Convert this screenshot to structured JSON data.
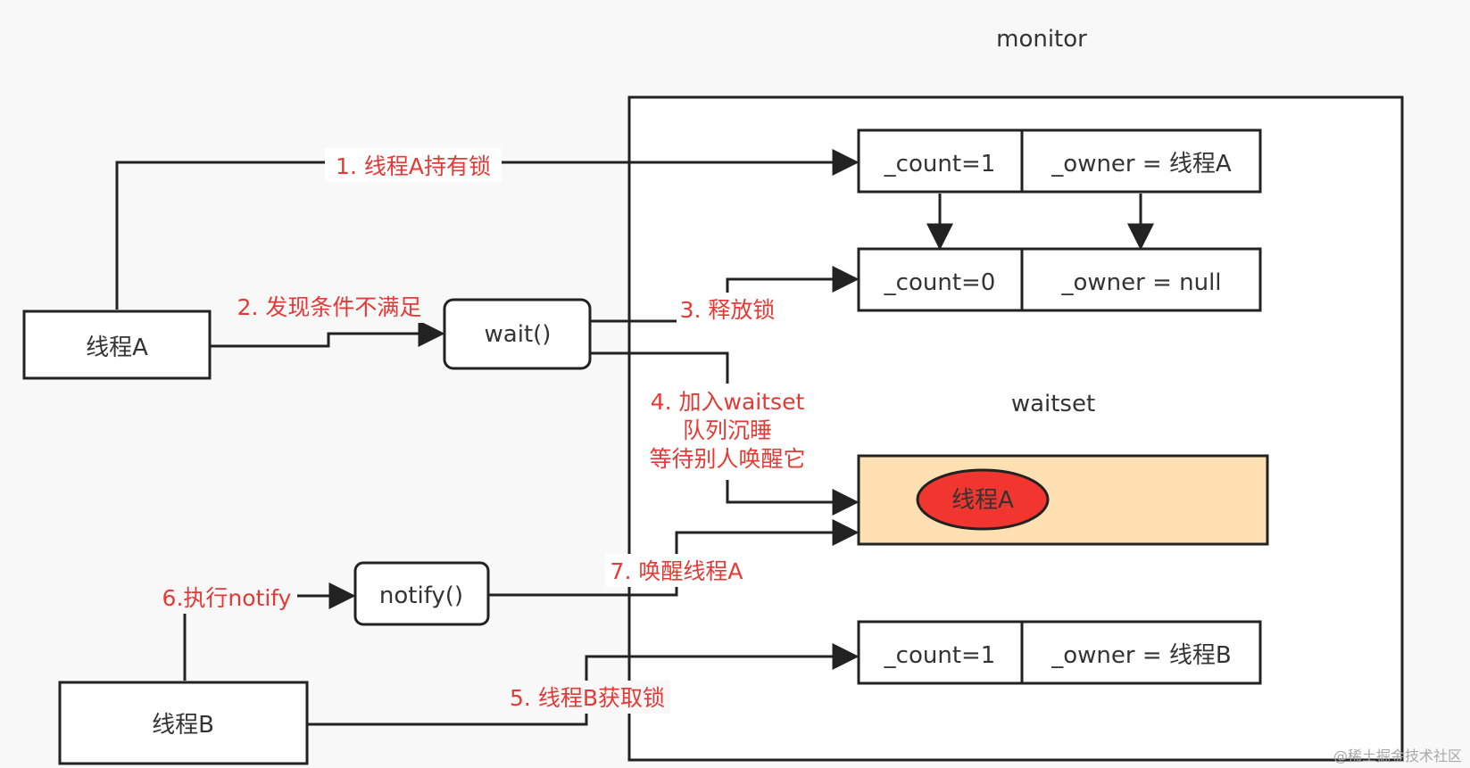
{
  "monitor": {
    "title": "monitor",
    "waitset_label": "waitset",
    "waitset_fill": "#ffe0b3",
    "waitset_thread": "线程A",
    "waitset_thread_fill": "#f0362f",
    "rows": {
      "first": {
        "count": "_count=1",
        "owner": "_owner = 线程A"
      },
      "second": {
        "count": "_count=0",
        "owner": "_owner = null"
      },
      "third": {
        "count": "_count=1",
        "owner": "_owner = 线程B"
      }
    }
  },
  "nodes": {
    "thread_a": "线程A",
    "thread_b": "线程B",
    "wait": "wait()",
    "notify": "notify()"
  },
  "steps": {
    "step1": "1. 线程A持有锁",
    "step2": "2. 发现条件不满足",
    "step3": "3. 释放锁",
    "step4_line1": "4. 加入waitset",
    "step4_line2": "队列沉睡",
    "step4_line3": "等待别人唤醒它",
    "step5": "5. 线程B获取锁",
    "step6": "6.执行notify",
    "step7": "7. 唤醒线程A"
  },
  "colors": {
    "text_red": "#e53935",
    "stroke": "#222222",
    "box_fill": "#ffffff"
  },
  "watermark": "@稀土掘金技术社区"
}
